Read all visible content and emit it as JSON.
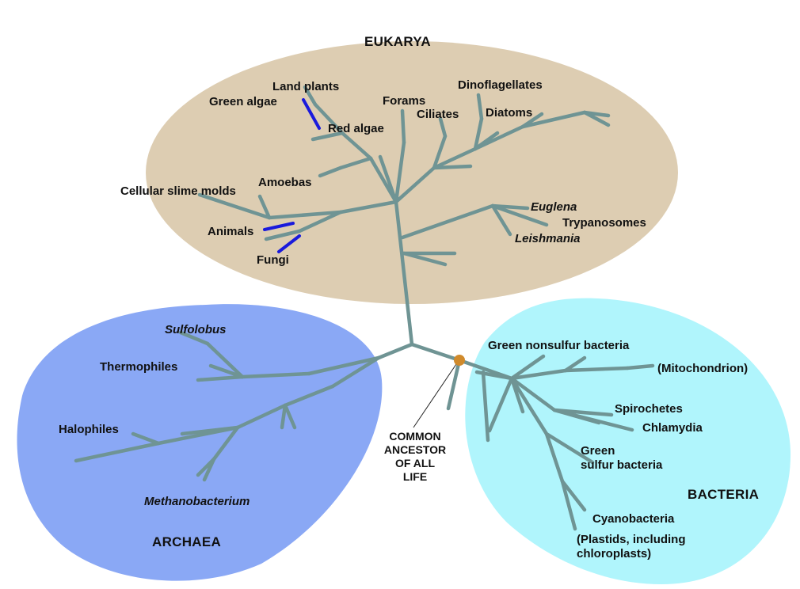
{
  "domains": {
    "eukarya": "EUKARYA",
    "archaea": "ARCHAEA",
    "bacteria": "BACTERIA"
  },
  "eukarya_labels": {
    "land_plants": "Land plants",
    "green_algae": "Green algae",
    "red_algae": "Red algae",
    "forams": "Forams",
    "dinoflagellates": "Dinoflagellates",
    "ciliates": "Ciliates",
    "diatoms": "Diatoms",
    "amoebas": "Amoebas",
    "cellular_slime_molds": "Cellular slime molds",
    "euglena": "Euglena",
    "trypanosomes": "Trypanosomes",
    "leishmania": "Leishmania",
    "animals": "Animals",
    "fungi": "Fungi"
  },
  "archaea_labels": {
    "sulfolobus": "Sulfolobus",
    "thermophiles": "Thermophiles",
    "halophiles": "Halophiles",
    "methanobacterium": "Methanobacterium"
  },
  "bacteria_labels": {
    "green_nonsulfur": "Green nonsulfur bacteria",
    "mitochondrion": "(Mitochondrion)",
    "spirochetes": "Spirochetes",
    "chlamydia": "Chlamydia",
    "green_sulfur": "Green\nsulfur bacteria",
    "cyanobacteria": "Cyanobacteria",
    "plastids": "(Plastids, including\nchloroplasts)"
  },
  "root_label": "COMMON\nANCESTOR\nOF ALL\nLIFE",
  "colors": {
    "eukarya_fill": "#ddcdb2",
    "archaea_fill": "#8aa8f5",
    "bacteria_fill": "#b0f5fc",
    "branch": "#6f9494",
    "highlight": "#1a1adc",
    "ancestor_dot": "#d08a2c"
  }
}
